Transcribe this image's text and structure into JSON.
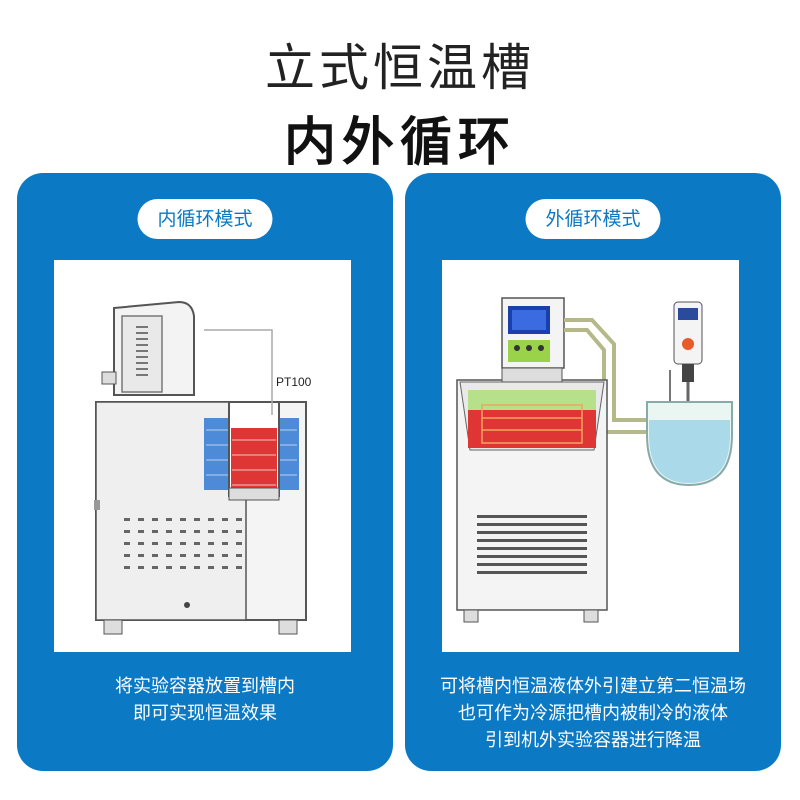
{
  "header": {
    "title": "立式恒温槽",
    "subtitle": "内外循环"
  },
  "panels": [
    {
      "mode_label": "内循环模式",
      "sensor_label": "PT100",
      "caption_lines": [
        "将实验容器放置到槽内",
        "即可实现恒温效果"
      ]
    },
    {
      "mode_label": "外循环模式",
      "caption_lines": [
        "可将槽内恒温液体外引建立第二恒温场",
        "也可作为冷源把槽内被制冷的液体",
        "引到机外实验容器进行降温"
      ]
    }
  ],
  "colors": {
    "panel_bg": "#0b79c4",
    "liquid_red": "#e03535",
    "liquid_blue": "#3b7fd6",
    "liquid_green": "#b6e08a"
  }
}
